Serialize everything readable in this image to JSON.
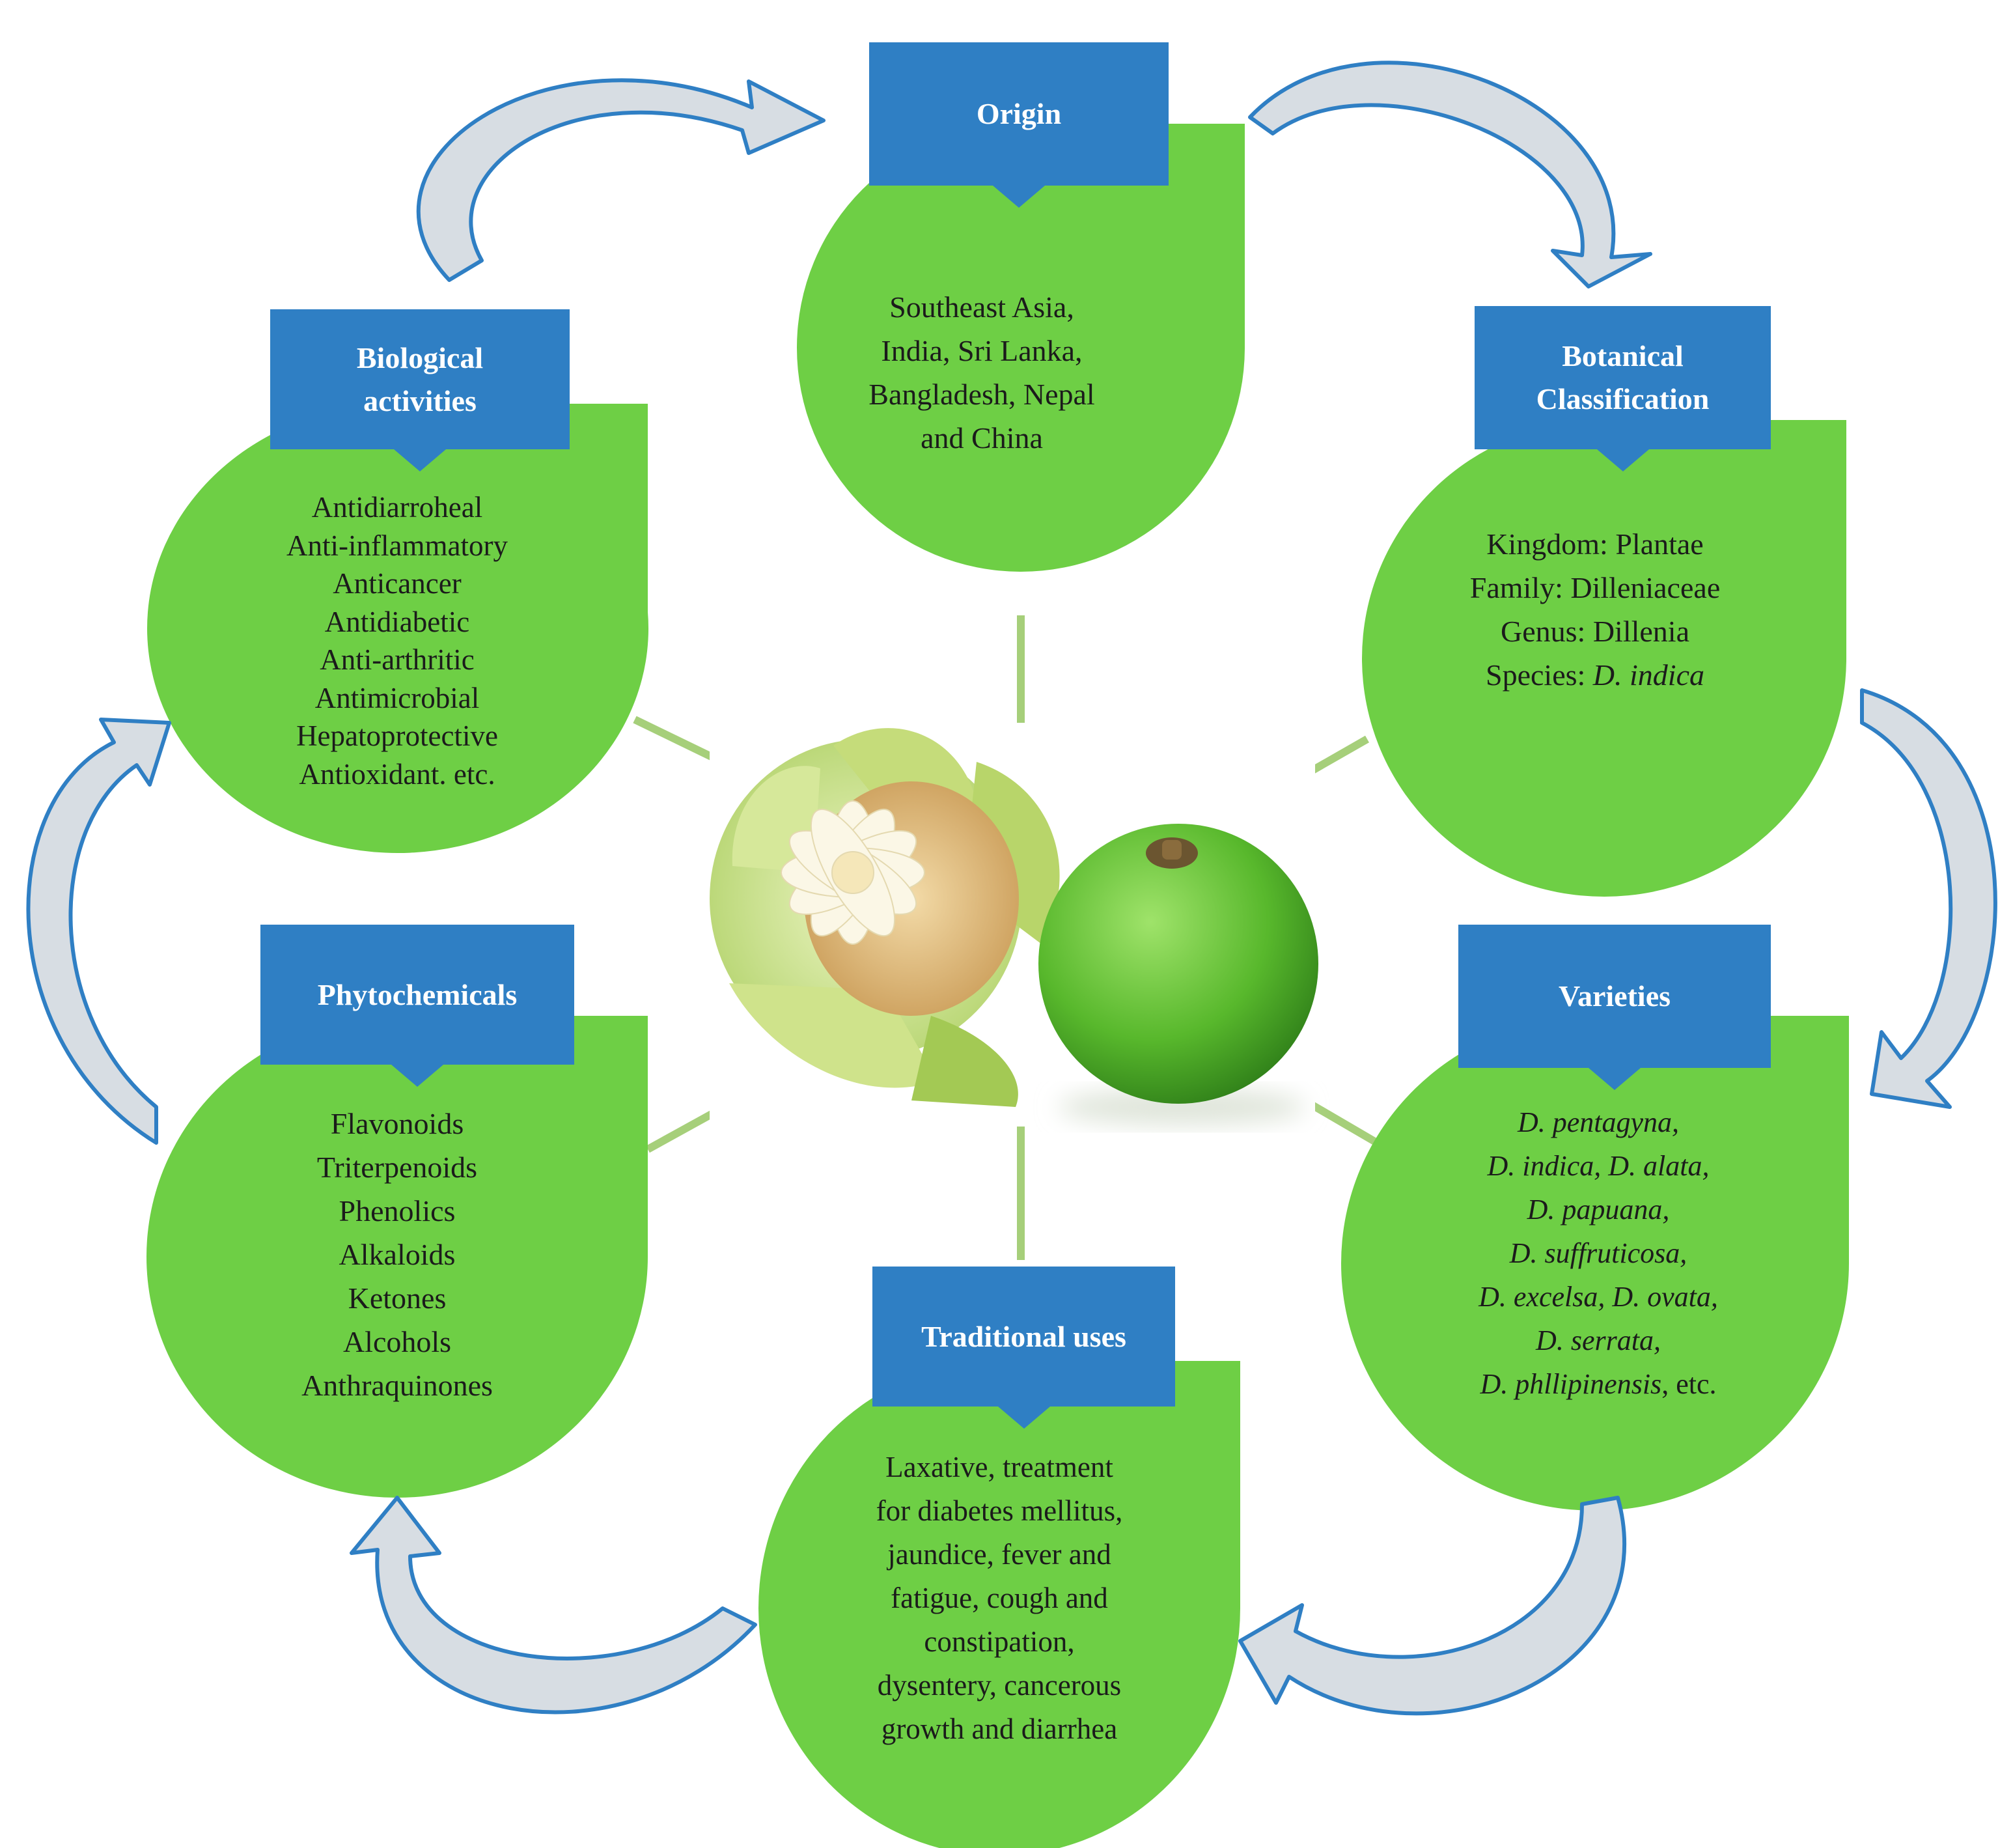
{
  "nodes": {
    "origin": {
      "title": "Origin",
      "lines": [
        "Southeast Asia,",
        "India, Sri Lanka,",
        "Bangladesh, Nepal",
        "and China"
      ]
    },
    "botanical": {
      "title_line1": "Botanical",
      "title_line2": "Classification",
      "kingdom": "Kingdom: Plantae",
      "family": "Family: Dilleniaceae",
      "genus": "Genus: Dillenia",
      "species_label": "Species: ",
      "species_name": "D. indica"
    },
    "varieties": {
      "title": "Varieties",
      "lines": [
        "D. pentagyna,",
        "D. indica, D. alata,",
        "D. papuana,",
        "D. suffruticosa,",
        "D. excelsa, D. ovata,",
        "D. serrata,"
      ],
      "last_italic": "D. phllipinensis",
      "last_plain": ", etc."
    },
    "traditional": {
      "title": "Traditional uses",
      "lines": [
        "Laxative, treatment",
        "for diabetes mellitus,",
        "jaundice, fever and",
        "fatigue, cough and",
        "constipation,",
        "dysentery, cancerous",
        "growth and diarrhea"
      ]
    },
    "phytochemicals": {
      "title": "Phytochemicals",
      "lines": [
        "Flavonoids",
        "Triterpenoids",
        "Phenolics",
        "Alkaloids",
        "Ketones",
        "Alcohols",
        "Anthraquinones"
      ]
    },
    "biological": {
      "title_line1": "Biological",
      "title_line2": "activities",
      "lines": [
        "Antidiarroheal",
        "Anti-inflammatory",
        "Anticancer",
        "Antidiabetic",
        "Anti-arthritic",
        "Antimicrobial",
        "Hepatoprotective",
        "Antioxidant. etc."
      ]
    }
  },
  "colors": {
    "blob_green": "#6ecf45",
    "header_blue": "#2f7fc4",
    "arrow_stroke": "#2f7fc4",
    "arrow_fill": "#d7dde3",
    "connector": "#a6cf7a"
  },
  "center_image": "dillenia-indica-flower-and-fruit"
}
